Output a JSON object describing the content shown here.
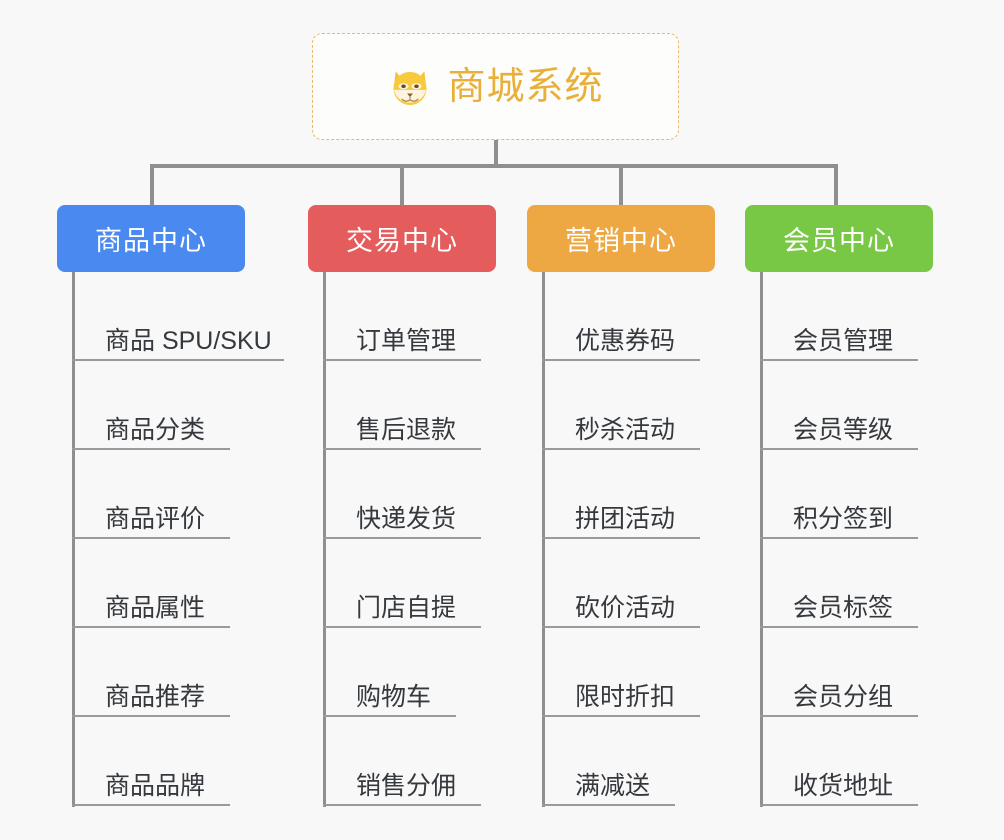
{
  "diagram": {
    "title": "商城系统",
    "root_icon": "shiba-dog-face-icon",
    "background_color": "#f8f8f8",
    "root_border_color": "#e8b96a",
    "root_text_color": "#e8b03a",
    "connector_color": "#8f8f8f",
    "type": "org-tree"
  },
  "categories": [
    {
      "label": "商品中心",
      "color": "#4a8af0",
      "items": [
        "商品 SPU/SKU",
        "商品分类",
        "商品评价",
        "商品属性",
        "商品推荐",
        "商品品牌"
      ]
    },
    {
      "label": "交易中心",
      "color": "#e55c5c",
      "items": [
        "订单管理",
        "售后退款",
        "快递发货",
        "门店自提",
        "购物车",
        "销售分佣"
      ]
    },
    {
      "label": "营销中心",
      "color": "#eda843",
      "items": [
        "优惠券码",
        "秒杀活动",
        "拼团活动",
        "砍价活动",
        "限时折扣",
        "满减送"
      ]
    },
    {
      "label": "会员中心",
      "color": "#78c845",
      "items": [
        "会员管理",
        "会员等级",
        "积分签到",
        "会员标签",
        "会员分组",
        "收货地址"
      ]
    }
  ]
}
